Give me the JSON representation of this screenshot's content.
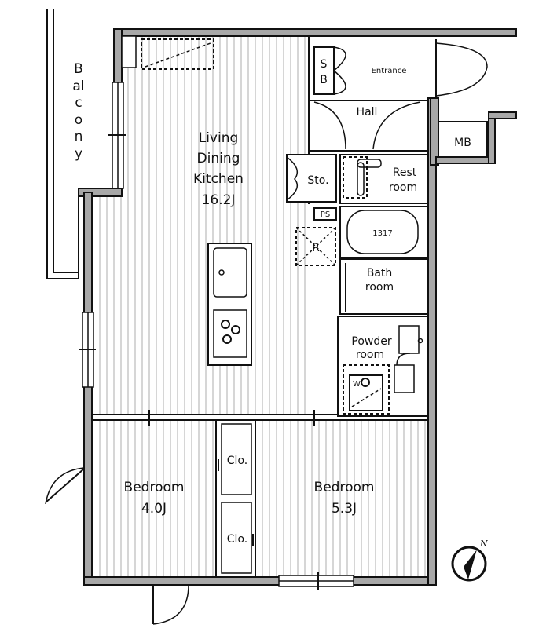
{
  "plan": {
    "balcony": "Balcony",
    "ldk": {
      "line1": "Living",
      "line2": "Dining",
      "line3": "Kitchen",
      "size": "16.2J"
    },
    "bedroom_left": {
      "name": "Bedroom",
      "size": "4.0J"
    },
    "bedroom_right": {
      "name": "Bedroom",
      "size": "5.3J"
    },
    "closet_top": "Clo.",
    "closet_bottom": "Clo.",
    "shoe_box": {
      "line1": "S",
      "line2": "B"
    },
    "entrance": "Entrance",
    "hall": "Hall",
    "meter_box": "MB",
    "storage": "Sto.",
    "restroom": {
      "line1": "Rest",
      "line2": "room"
    },
    "pipe_space": "PS",
    "refrigerator": "R",
    "bathtub": "1317",
    "bathroom": {
      "line1": "Bath",
      "line2": "room"
    },
    "powder_room": {
      "line1": "Powder",
      "line2": "room"
    },
    "washer": "W",
    "compass": "N"
  }
}
